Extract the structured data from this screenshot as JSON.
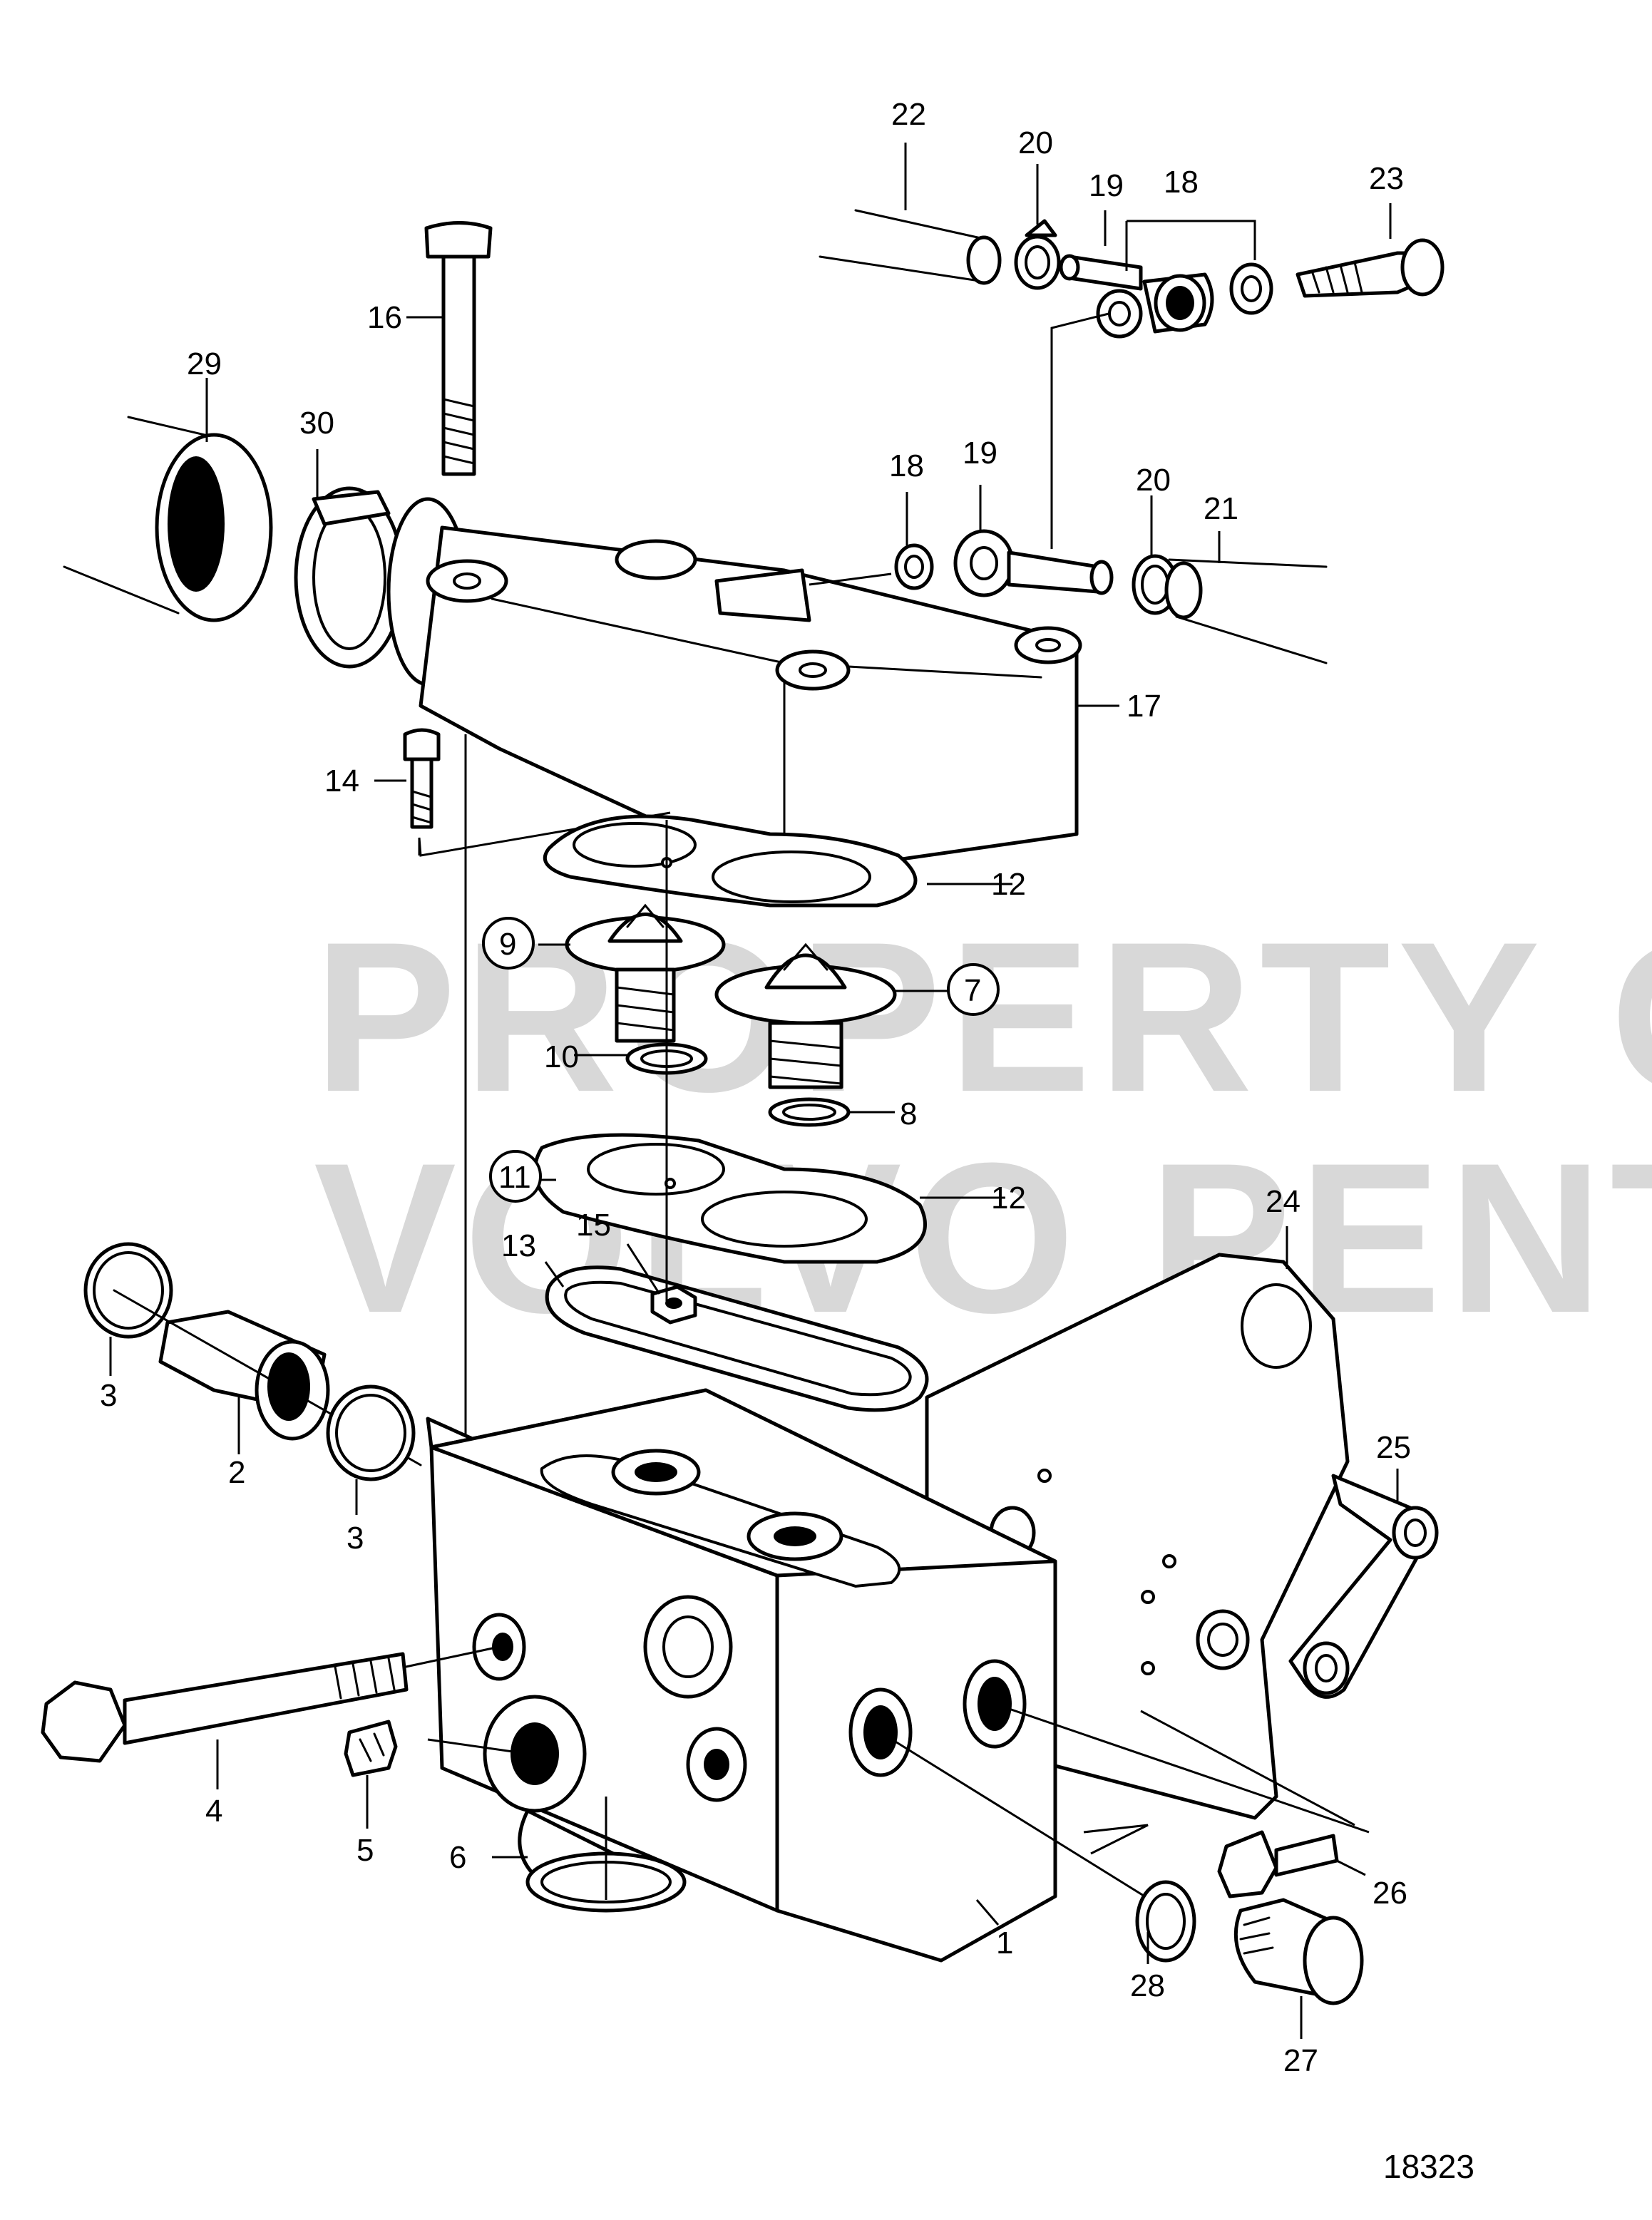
{
  "watermark": {
    "line1": "PROPERTY OF",
    "line2": "VOLVO PENTA",
    "color": "#9a9a9a"
  },
  "drawing_number": "18323",
  "callouts": [
    {
      "id": "c22",
      "label": "22"
    },
    {
      "id": "c20a",
      "label": "20"
    },
    {
      "id": "c19a",
      "label": "19"
    },
    {
      "id": "c18a",
      "label": "18"
    },
    {
      "id": "c23",
      "label": "23"
    },
    {
      "id": "c16",
      "label": "16"
    },
    {
      "id": "c29",
      "label": "29"
    },
    {
      "id": "c30",
      "label": "30"
    },
    {
      "id": "c18b",
      "label": "18"
    },
    {
      "id": "c19b",
      "label": "19"
    },
    {
      "id": "c20b",
      "label": "20"
    },
    {
      "id": "c21",
      "label": "21"
    },
    {
      "id": "c17",
      "label": "17"
    },
    {
      "id": "c14",
      "label": "14"
    },
    {
      "id": "c12a",
      "label": "12"
    },
    {
      "id": "c9",
      "label": "9",
      "circled": true
    },
    {
      "id": "c7",
      "label": "7",
      "circled": true
    },
    {
      "id": "c10",
      "label": "10"
    },
    {
      "id": "c8",
      "label": "8"
    },
    {
      "id": "c11",
      "label": "11",
      "circled": true
    },
    {
      "id": "c12b",
      "label": "12"
    },
    {
      "id": "c24",
      "label": "24"
    },
    {
      "id": "c15",
      "label": "15"
    },
    {
      "id": "c13",
      "label": "13"
    },
    {
      "id": "c3a",
      "label": "3"
    },
    {
      "id": "c2",
      "label": "2"
    },
    {
      "id": "c3b",
      "label": "3"
    },
    {
      "id": "c25",
      "label": "25"
    },
    {
      "id": "c4",
      "label": "4"
    },
    {
      "id": "c5",
      "label": "5"
    },
    {
      "id": "c6",
      "label": "6"
    },
    {
      "id": "c26",
      "label": "26"
    },
    {
      "id": "c28",
      "label": "28"
    },
    {
      "id": "c1",
      "label": "1"
    },
    {
      "id": "c27",
      "label": "27"
    }
  ]
}
